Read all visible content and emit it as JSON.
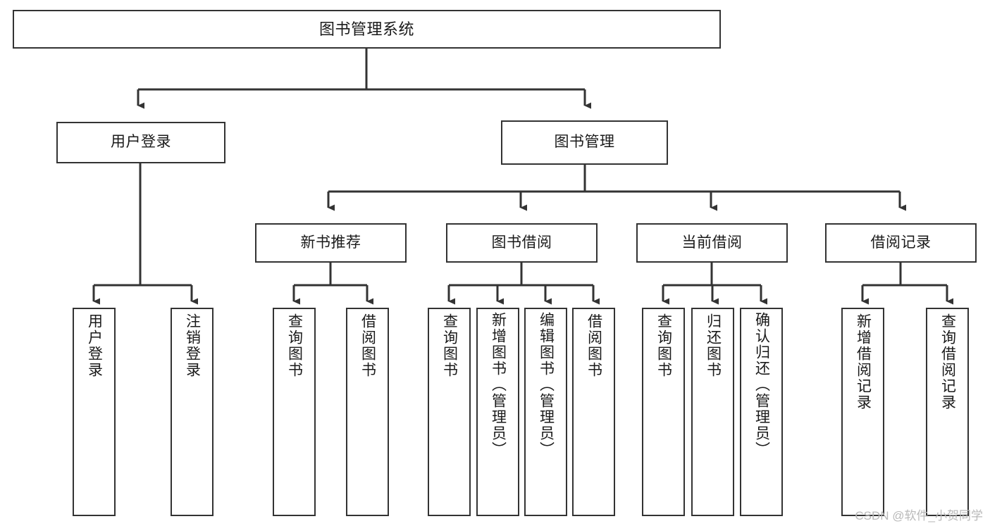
{
  "diagram": {
    "title": "图书管理系统",
    "type": "tree-hierarchy",
    "watermark": "CSDN @软件_小贺同学",
    "colors": {
      "border": "#333333",
      "text": "#1a1a1a",
      "background": "#ffffff",
      "watermark": "#b9b9b9"
    },
    "nodes": {
      "root": {
        "label": "图书管理系统"
      },
      "level1": [
        {
          "id": "user-login",
          "label": "用户登录"
        },
        {
          "id": "book-manage",
          "label": "图书管理"
        }
      ],
      "level2": [
        {
          "id": "new-book-recommend",
          "label": "新书推荐"
        },
        {
          "id": "book-borrow",
          "label": "图书借阅"
        },
        {
          "id": "current-borrow",
          "label": "当前借阅"
        },
        {
          "id": "borrow-record",
          "label": "借阅记录"
        }
      ],
      "leaves": {
        "user-login": [
          {
            "id": "leaf-user-login",
            "label": "用户登录"
          },
          {
            "id": "leaf-logout-login",
            "label": "注销登录"
          }
        ],
        "new-book-recommend": [
          {
            "id": "leaf-query-book-1",
            "label": "查询图书"
          },
          {
            "id": "leaf-borrow-book-1",
            "label": "借阅图书"
          }
        ],
        "book-borrow": [
          {
            "id": "leaf-query-book-2",
            "label": "查询图书"
          },
          {
            "id": "leaf-add-book-admin",
            "label": "新增图书（管理员）"
          },
          {
            "id": "leaf-edit-book-admin",
            "label": "编辑图书（管理员）"
          },
          {
            "id": "leaf-borrow-book-2",
            "label": "借阅图书"
          }
        ],
        "current-borrow": [
          {
            "id": "leaf-query-book-3",
            "label": "查询图书"
          },
          {
            "id": "leaf-return-book",
            "label": "归还图书"
          },
          {
            "id": "leaf-confirm-return-admin",
            "label": "确认归还（管理员）"
          }
        ],
        "borrow-record": [
          {
            "id": "leaf-add-borrow-record",
            "label": "新增借阅记录"
          },
          {
            "id": "leaf-query-borrow-record",
            "label": "查询借阅记录"
          }
        ]
      }
    }
  }
}
